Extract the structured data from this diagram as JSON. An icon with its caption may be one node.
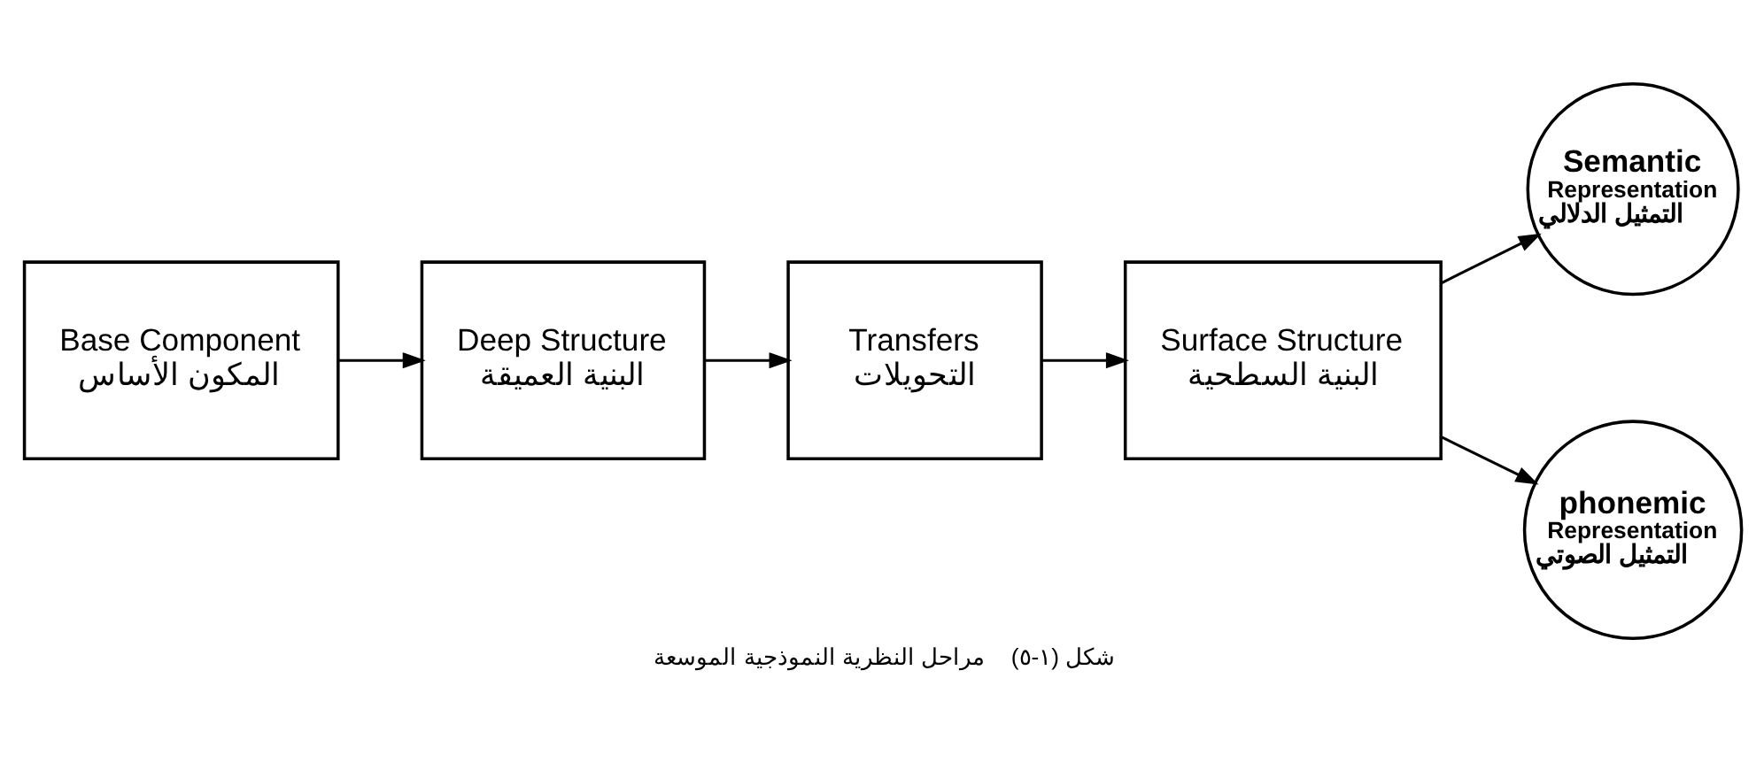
{
  "diagram": {
    "caption": "شكل (١-٥)    مراحل النظرية النموذجية الموسعة",
    "nodes": [
      {
        "text": [
          "Base Component",
          "المكون الأساس"
        ]
      },
      {
        "text": [
          "Deep Structure",
          "البنية العميقة"
        ]
      },
      {
        "text": [
          "Transfers",
          "التحويلات"
        ]
      },
      {
        "text": [
          "Surface Structure",
          "البنية السطحية"
        ]
      },
      {
        "text": [
          "Semantic",
          "Representation",
          "التمثيل الدلالي"
        ]
      },
      {
        "text": [
          "phonemic",
          "Representation",
          "التمثيل الصوتي"
        ]
      }
    ],
    "edges": [
      {
        "from": 0,
        "to": 1,
        "arrow": "to"
      },
      {
        "from": 1,
        "to": 2,
        "arrow": "to"
      },
      {
        "from": 2,
        "to": 3,
        "arrow": "to"
      },
      {
        "from": 3,
        "to": 4,
        "arrow": "to"
      },
      {
        "from": 3,
        "to": 5,
        "arrow": "to"
      }
    ]
  }
}
